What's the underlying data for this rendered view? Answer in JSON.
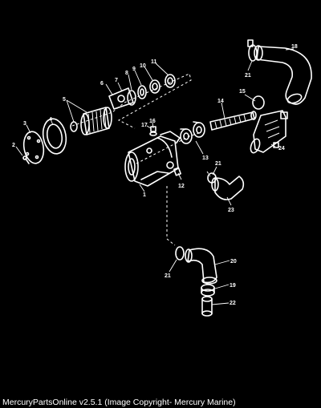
{
  "diagram": {
    "callouts": [
      {
        "id": "1",
        "label": "1"
      },
      {
        "id": "2",
        "label": "2"
      },
      {
        "id": "3",
        "label": "3"
      },
      {
        "id": "4",
        "label": "4"
      },
      {
        "id": "5",
        "label": "5"
      },
      {
        "id": "6",
        "label": "6"
      },
      {
        "id": "7",
        "label": "7"
      },
      {
        "id": "8",
        "label": "8"
      },
      {
        "id": "9",
        "label": "9"
      },
      {
        "id": "10",
        "label": "10"
      },
      {
        "id": "11",
        "label": "11"
      },
      {
        "id": "12",
        "label": "12"
      },
      {
        "id": "13",
        "label": "13"
      },
      {
        "id": "14",
        "label": "14"
      },
      {
        "id": "15",
        "label": "15"
      },
      {
        "id": "16",
        "label": "16"
      },
      {
        "id": "17",
        "label": "17"
      },
      {
        "id": "18",
        "label": "18"
      },
      {
        "id": "19",
        "label": "19"
      },
      {
        "id": "20",
        "label": "20"
      },
      {
        "id": "21a",
        "label": "21"
      },
      {
        "id": "21b",
        "label": "21"
      },
      {
        "id": "21c",
        "label": "21"
      },
      {
        "id": "22",
        "label": "22"
      },
      {
        "id": "23",
        "label": "23"
      },
      {
        "id": "24",
        "label": "24"
      }
    ]
  },
  "footer": {
    "copyright": "MercuryPartsOnline v2.5.1 (Image Copyright- Mercury Marine)"
  }
}
